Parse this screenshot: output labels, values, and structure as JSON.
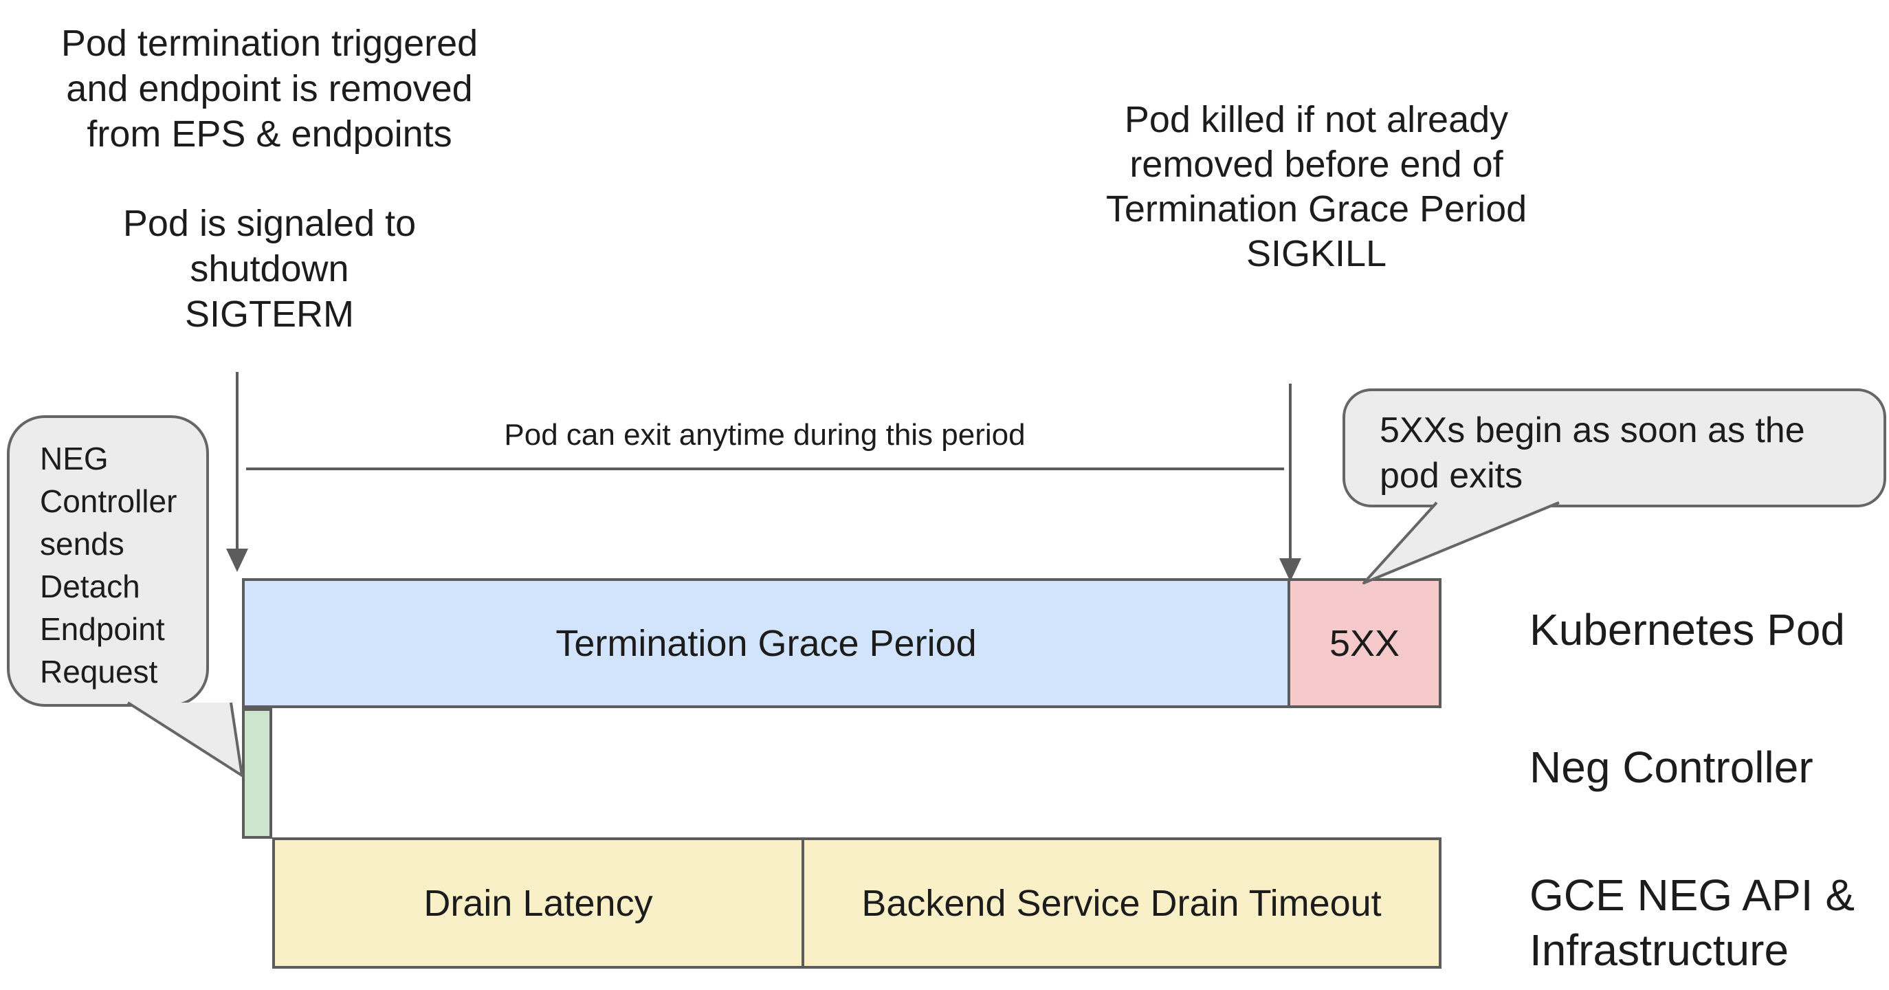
{
  "title": "Kubernetes pod termination / NEG drain timeline diagram",
  "colors": {
    "grace_period_fill": "#d2e3fc",
    "five_xx_fill": "#f6caca",
    "detach_fill": "#cee5cd",
    "drain_fill": "#faf0c8",
    "callout_fill": "#ececec",
    "outline": "#5c5c5c",
    "text": "#1c1c1c"
  },
  "annotations": {
    "top_left": {
      "para1": [
        "Pod termination triggered",
        "and endpoint is removed",
        "from EPS & endpoints"
      ],
      "para2": [
        "Pod is signaled to shutdown",
        "SIGTERM"
      ]
    },
    "top_right": [
      "Pod killed if not already",
      "removed before end of",
      "Termination Grace Period",
      "SIGKILL"
    ],
    "span_label": "Pod can exit anytime during this period"
  },
  "callouts": {
    "neg": [
      "NEG",
      "Controller",
      "sends",
      "Detach",
      "Endpoint",
      "Request"
    ],
    "fivexx": [
      "5XXs begin as soon as the",
      "pod exits"
    ]
  },
  "rows": {
    "k8s": {
      "label": "Kubernetes Pod",
      "seg_grace": "Termination Grace Period",
      "seg_5xx": "5XX"
    },
    "neg": {
      "label": "Neg Controller"
    },
    "gce": {
      "label_line1": "GCE NEG API &",
      "label_line2": "Infrastructure",
      "seg_drain_latency": "Drain Latency",
      "seg_drain_timeout": "Backend Service Drain Timeout"
    }
  }
}
